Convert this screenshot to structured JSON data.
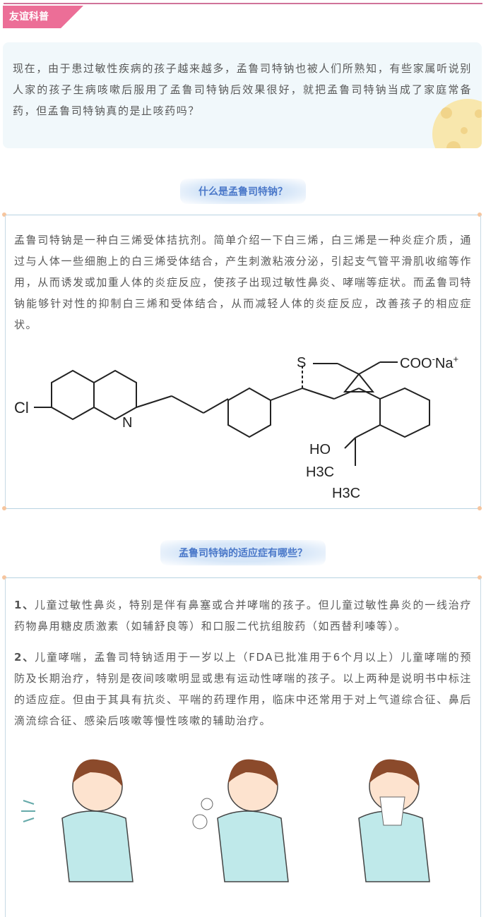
{
  "header": {
    "tag": "友谊科普",
    "accent": "#ec6e97"
  },
  "intro": {
    "text": "现在，由于患过敏性疾病的孩子越来越多，孟鲁司特钠也被人们所熟知，有些家属听说别人家的孩子生病咳嗽后服用了孟鲁司特钠后效果很好，就把孟鲁司特钠当成了家庭常备药，但孟鲁司特钠真的是止咳药吗？"
  },
  "section1": {
    "heading": "什么是孟鲁司特钠？",
    "text": "孟鲁司特钠是一种白三烯受体拮抗剂。简单介绍一下白三烯，白三烯是一种炎症介质，通过与人体一些细胞上的白三烯受体结合，产生刺激粘液分泌，引起支气管平滑肌收缩等作用，从而诱发或加重人体的炎症反应，使孩子出现过敏性鼻炎、哮喘等症状。而孟鲁司特钠能够针对性的抑制白三烯和受体结合，从而减轻人体的炎症反应，改善孩子的相应症状。",
    "structure": {
      "cl": "Cl",
      "n": "N",
      "s": "S",
      "coo": "COO",
      "coo_sup": "-",
      "na": "Na",
      "na_sup": "+",
      "ho": "HO",
      "h3c_1": "H3C",
      "h3c_2": "H3C"
    }
  },
  "section2": {
    "heading": "孟鲁司特钠的适应症有哪些？",
    "items": [
      {
        "num": "1、",
        "text": "儿童过敏性鼻炎，特别是伴有鼻塞或合并哮喘的孩子。但儿童过敏性鼻炎的一线治疗药物鼻用糖皮质激素（如辅舒良等）和口服二代抗组胺药（如西替利嗪等）。"
      },
      {
        "num": "2、",
        "text": "儿童哮喘，孟鲁司特钠适用于一岁以上（FDA已批准用于6个月以上）儿童哮喘的预防及长期治疗，特别是夜间咳嗽明显或患有运动性哮喘的孩子。以上两种是说明书中标注的适应症。但由于其具有抗炎、平喘的药理作用，临床中还常用于对上气道综合征、鼻后滴流综合征、感染后咳嗽等慢性咳嗽的辅助治疗。"
      }
    ]
  }
}
